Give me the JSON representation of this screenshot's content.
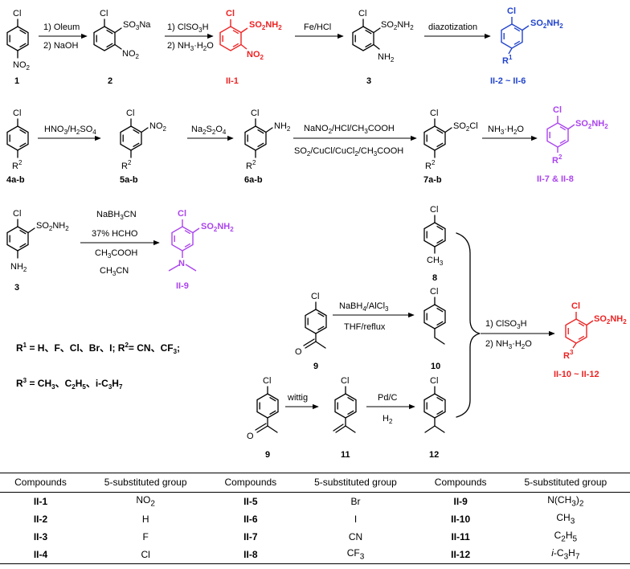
{
  "colors": {
    "red": "#ee2222",
    "blue": "#2244cc",
    "violet": "#aa44ee",
    "black": "#000000"
  },
  "row1": {
    "cpd1": "1",
    "cpd2": "2",
    "cpd3": "3",
    "cpdII1": "II-1",
    "cpdII2to6": "II-2 ~ II-6",
    "step1a": "1) Oleum",
    "step1b": "2) NaOH",
    "step2a": "1) ClSO",
    "step2a_sub": "3",
    "step2a_end": "H",
    "step2b": "2) NH",
    "step2b_sub": "3",
    "step2b_end": "·H",
    "step2b_sub2": "2",
    "step2b_end2": "O",
    "step3": "Fe/HCl",
    "step4": "diazotization"
  },
  "row2": {
    "cpd4": "4a-b",
    "cpd5": "5a-b",
    "cpd6": "6a-b",
    "cpd7": "7a-b",
    "cpdII78": "II-7 & II-8",
    "step1": "HNO",
    "step1_s1": "3",
    "step1_m": "/H",
    "step1_s2": "2",
    "step1_m2": "SO",
    "step1_s3": "4",
    "step2": "Na",
    "step2_s1": "2",
    "step2_m": "S",
    "step2_s2": "2",
    "step2_m2": "O",
    "step2_s3": "4",
    "step3a": "NaNO",
    "step3a_s": "2",
    "step3a_end": "/HCl/CH",
    "step3a_s2": "3",
    "step3a_end2": "COOH",
    "step3b": "SO",
    "step3b_s": "2",
    "step3b_end": "/CuCl/CuCl",
    "step3b_s2": "2",
    "step3b_end2": "/CH",
    "step3b_s3": "3",
    "step3b_end3": "COOH",
    "step4": "NH",
    "step4_s": "3",
    "step4_end": "·H",
    "step4_s2": "2",
    "step4_end2": "O"
  },
  "row3": {
    "cpd3": "3",
    "cpdII9": "II-9",
    "stepA": "NaBH",
    "stepA_s": "3",
    "stepA_end": "CN",
    "stepB": "37% HCHO",
    "stepC": "CH",
    "stepC_s": "3",
    "stepC_end": "COOH",
    "stepD": "CH",
    "stepD_s": "3",
    "stepD_end": "CN"
  },
  "right": {
    "cpd8": "8",
    "cpd9a": "9",
    "cpd10": "10",
    "cpd9b": "9",
    "cpd11": "11",
    "cpd12": "12",
    "cpdII10to12": "II-10 ~ II-12",
    "stepRedA": "NaBH",
    "stepRedA_s": "4",
    "stepRedA_end": "/AlCl",
    "stepRedA_s2": "3",
    "stepRedB": "THF/reflux",
    "stepWittig": "wittig",
    "stepPd": "Pd/C",
    "stepH2": "H",
    "stepH2_s": "2",
    "stepFinA": "1) ClSO",
    "stepFinA_s": "3",
    "stepFinA_end": "H",
    "stepFinB": "2) NH",
    "stepFinB_s": "3",
    "stepFinB_end": "·H",
    "stepFinB_s2": "2",
    "stepFinB_end2": "O"
  },
  "atoms": {
    "Cl": "Cl",
    "NO2": "NO",
    "NO2_s": "2",
    "SO3Na": "SO",
    "SO3Na_s": "3",
    "SO3Na_end": "Na",
    "SO2NH2": "SO",
    "SO2NH2_s": "2",
    "SO2NH2_m": "NH",
    "SO2NH2_s2": "2",
    "NH2": "NH",
    "NH2_s": "2",
    "SO2Cl": "SO",
    "SO2Cl_s": "2",
    "SO2Cl_end": "Cl",
    "CH3": "CH",
    "CH3_s": "3",
    "N": "N",
    "R": "R",
    "R1": "1",
    "R2": "2",
    "R3": "3",
    "O": "O"
  },
  "legend": {
    "l1a": "R",
    "l1a_s": "1",
    "l1b": " = H、F、Cl、Br、I;  R",
    "l1b_s": "2",
    "l1c": "= CN、CF",
    "l1c_s": "3",
    "l1d": ";",
    "l2a": "R",
    "l2a_s": "3",
    "l2b": " = CH",
    "l2b_s": "3",
    "l2c": "、C",
    "l2c_s": "2",
    "l2d": "H",
    "l2d_s": "5",
    "l2e": "、i-C",
    "l2e_s": "3",
    "l2f": "H",
    "l2f_s": "7"
  },
  "table": {
    "headers": [
      "Compounds",
      "5-substituted group",
      "Compounds",
      "5-substituted group",
      "Compounds",
      "5-substituted group"
    ],
    "rows": [
      [
        {
          "t": "II-1"
        },
        {
          "t": "NO",
          "s": "2"
        },
        {
          "t": "II-5"
        },
        {
          "t": "Br"
        },
        {
          "t": "II-9"
        },
        {
          "t": "N(CH",
          "s": "3",
          "e": ")",
          "s2": "2"
        }
      ],
      [
        {
          "t": "II-2"
        },
        {
          "t": "H"
        },
        {
          "t": "II-6"
        },
        {
          "t": "I"
        },
        {
          "t": "II-10"
        },
        {
          "t": "CH",
          "s": "3"
        }
      ],
      [
        {
          "t": "II-3"
        },
        {
          "t": "F"
        },
        {
          "t": "II-7"
        },
        {
          "t": "CN"
        },
        {
          "t": "II-11"
        },
        {
          "t": "C",
          "s": "2",
          "e": "H",
          "s2": "5"
        }
      ],
      [
        {
          "t": "II-4"
        },
        {
          "t": "Cl"
        },
        {
          "t": "II-8"
        },
        {
          "t": "CF",
          "s": "3"
        },
        {
          "t": "II-12"
        },
        {
          "t": "i",
          "it": true,
          "e": "-C",
          "s": "",
          "s2": "3",
          "e2": "H",
          "s3": "7"
        }
      ]
    ]
  }
}
